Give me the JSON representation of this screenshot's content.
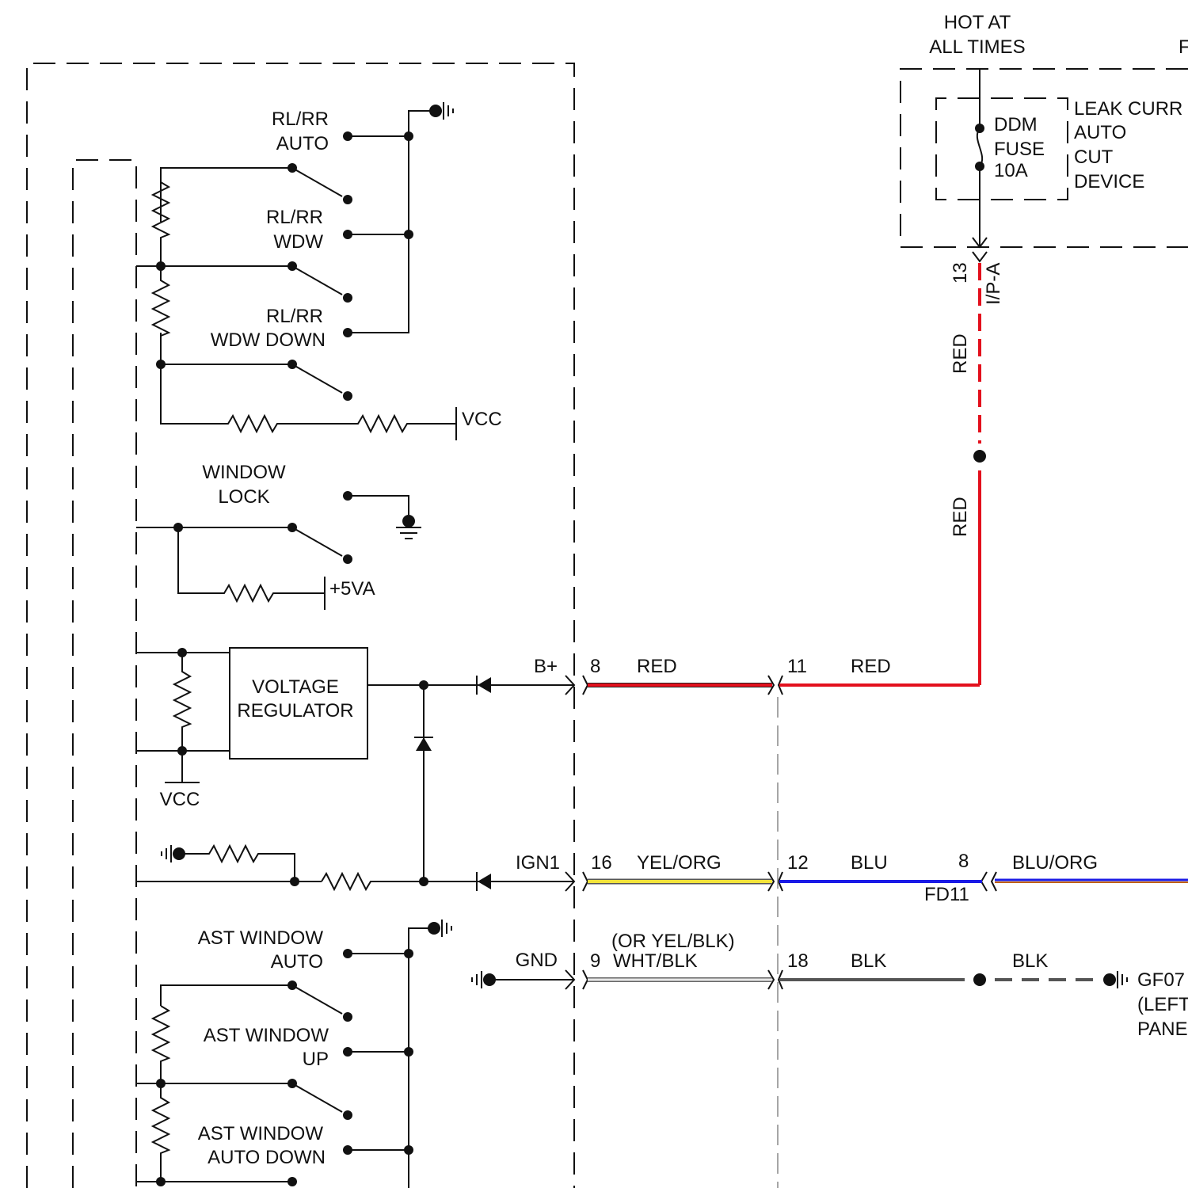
{
  "labels": {
    "hot_at_all_times_1": "HOT AT",
    "hot_at_all_times_2": "ALL TIMES",
    "right_cut_letter": "F",
    "ddm": "DDM",
    "fuse": "FUSE",
    "amp": "10A",
    "leak1": "LEAK CURR",
    "leak2": "AUTO",
    "leak3": "CUT",
    "leak4": "DEVICE",
    "pin13": "13",
    "ipa": "I/P-A",
    "red_vert_1": "RED",
    "red_vert_2": "RED",
    "rlrr_auto_1": "RL/RR",
    "rlrr_auto_2": "AUTO",
    "rlrr_wdw_1": "RL/RR",
    "rlrr_wdw_2": "WDW",
    "rlrr_down_1": "RL/RR",
    "rlrr_down_2": "WDW DOWN",
    "vcc_top": "VCC",
    "window_lock_1": "WINDOW",
    "window_lock_2": "LOCK",
    "plus5va": "+5VA",
    "vreg_1": "VOLTAGE",
    "vreg_2": "REGULATOR",
    "vcc_bottom": "VCC",
    "bplus": "B+",
    "ign1": "IGN1",
    "gnd": "GND",
    "ast_auto_1": "AST WINDOW",
    "ast_auto_2": "AUTO",
    "ast_up_1": "AST WINDOW",
    "ast_up_2": "UP",
    "ast_down_1": "AST WINDOW",
    "ast_down_2": "AUTO DOWN",
    "gf07": "GF07",
    "gf07_left": "(LEFT",
    "gf07_pane": "PANE"
  },
  "wires": {
    "bplus_pin": "8",
    "bplus_color": "RED",
    "bplus_pin2": "11",
    "bplus_color2": "RED",
    "ign_pin": "16",
    "ign_color": "YEL/ORG",
    "ign_pin2": "12",
    "ign_color2": "BLU",
    "ign_pin3": "8",
    "ign_color3": "BLU/ORG",
    "ign_conn3": "FD11",
    "gnd_alt": "(OR YEL/BLK)",
    "gnd_pin": "9",
    "gnd_color": "WHT/BLK",
    "gnd_pin2": "18",
    "gnd_color2": "BLK",
    "gnd_color3": "BLK"
  },
  "colors": {
    "red_wire": "#e3101d",
    "yellow_wire": "#f2e33a",
    "blue_wire": "#1a1ae6",
    "blu_org_wire": "#5a2aa8",
    "white_wire": "#cfcfcf",
    "black_wire": "#555555"
  }
}
